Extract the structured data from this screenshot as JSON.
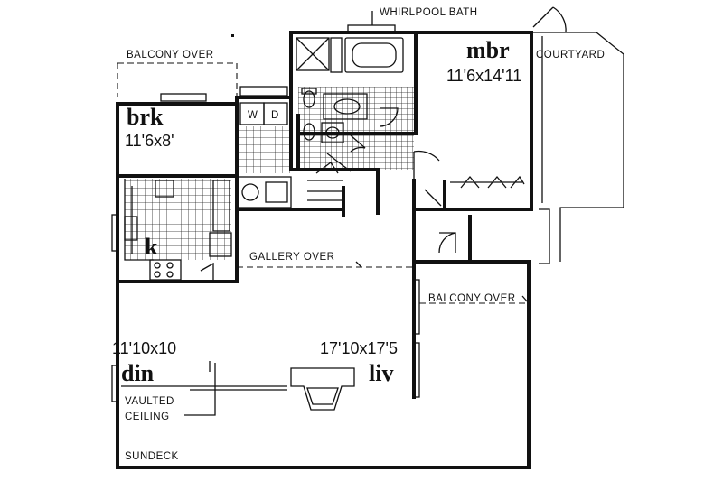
{
  "labels": {
    "whirlpool": "WHIRLPOOL BATH",
    "balcony_top": "BALCONY OVER",
    "courtyard": "COURTYARD",
    "gallery": "GALLERY OVER",
    "balcony_right": "BALCONY OVER",
    "vaulted_1": "VAULTED",
    "vaulted_2": "CEILING",
    "sundeck": "SUNDECK",
    "washer": "W",
    "dryer": "D"
  },
  "rooms": {
    "mbr": {
      "name": "mbr",
      "dims": "11'6x14'11"
    },
    "brk": {
      "name": "brk",
      "dims": "11'6x8'"
    },
    "k": {
      "name": "k"
    },
    "din": {
      "name": "din",
      "dims": "11'10x10"
    },
    "liv": {
      "name": "liv",
      "dims": "17'10x17'5"
    }
  }
}
